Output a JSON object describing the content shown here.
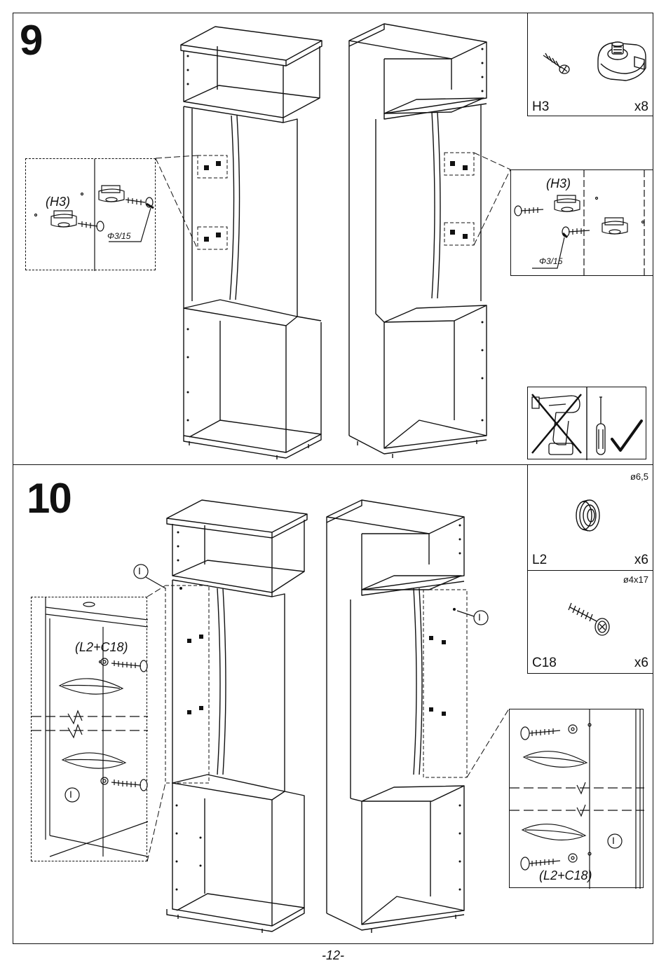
{
  "steps": [
    {
      "number": "9",
      "parts": [
        {
          "code": "H3",
          "qty": "x8"
        }
      ],
      "callout_left": {
        "part": "(H3)",
        "dimension": "Φ3/15"
      },
      "callout_right": {
        "part": "(H3)",
        "dimension": "Φ3/15"
      },
      "tools": {
        "not_allowed": "power-drill-icon",
        "allowed": "screwdriver-icon"
      }
    },
    {
      "number": "10",
      "parts": [
        {
          "code": "L2",
          "qty": "x6",
          "size": "ø6,5"
        },
        {
          "code": "C18",
          "qty": "x6",
          "size": "ø4x17"
        }
      ],
      "callout_left": {
        "part": "(L2+C18)",
        "marker": "I"
      },
      "callout_right": {
        "part": "(L2+C18)",
        "marker": "I"
      },
      "markers": [
        "I",
        "I"
      ]
    }
  ],
  "page_number": "-12-",
  "colors": {
    "line": "#111111",
    "background": "#ffffff"
  }
}
